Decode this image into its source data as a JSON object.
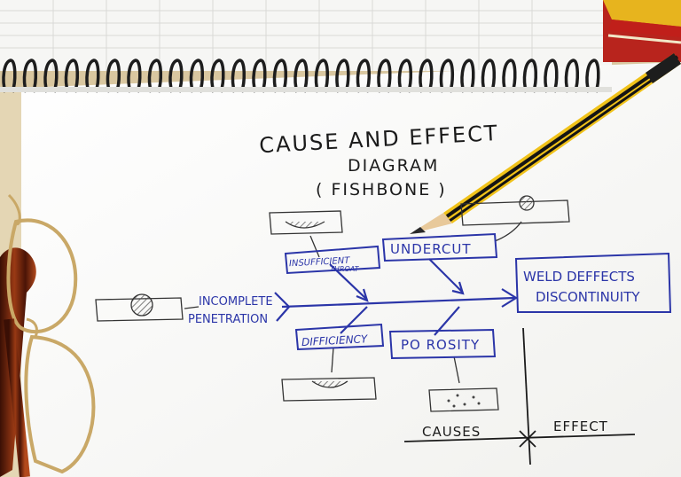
{
  "title_line1": "CAUSE AND EFFECT",
  "title_line2": "DIAGRAM",
  "title_line3": "( FISHBONE )",
  "causes": {
    "insufficient_throat_line1": "INSUFFICIENT",
    "insufficient_throat_line2": "THROAT",
    "undercut": "UNDERCUT",
    "incomplete_penetration_line1": "INCOMPLETE",
    "incomplete_penetration_line2": "PENETRATION",
    "difficiency": "DIFFICIENCY",
    "porosity": "PO ROSITY"
  },
  "effect_line1": "WELD DEFFECTS",
  "effect_line2": "DISCONTINUITY",
  "axis_causes": "CAUSES",
  "axis_effect": "EFFECT",
  "colors": {
    "ink_blue": "#2b35a8",
    "ink_black": "#1b1b1b",
    "paper": "#fbfbf9",
    "pencil_yellow": "#f0c21a",
    "tortoise": "#7a2a10"
  }
}
